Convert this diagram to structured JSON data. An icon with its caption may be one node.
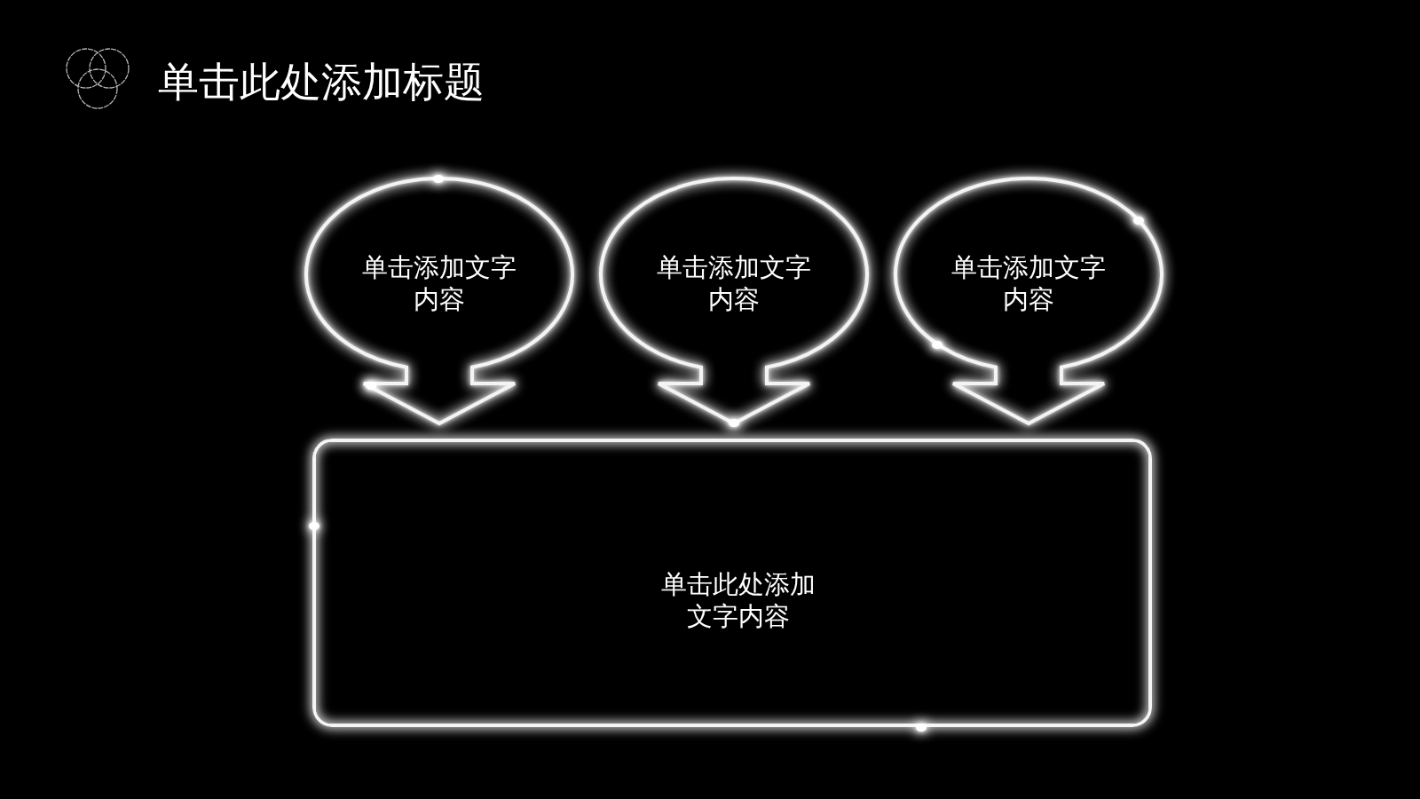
{
  "diagram": {
    "title": "单击此处添加标题",
    "nodes": [
      {
        "text": [
          "单击添加文字内容"
        ]
      },
      {
        "text": [
          "单击添加文字内容"
        ]
      },
      {
        "text": [
          "单击添加文字内容"
        ]
      },
      {
        "text": [
          "单击此处添加文字内容"
        ]
      }
    ]
  }
}
